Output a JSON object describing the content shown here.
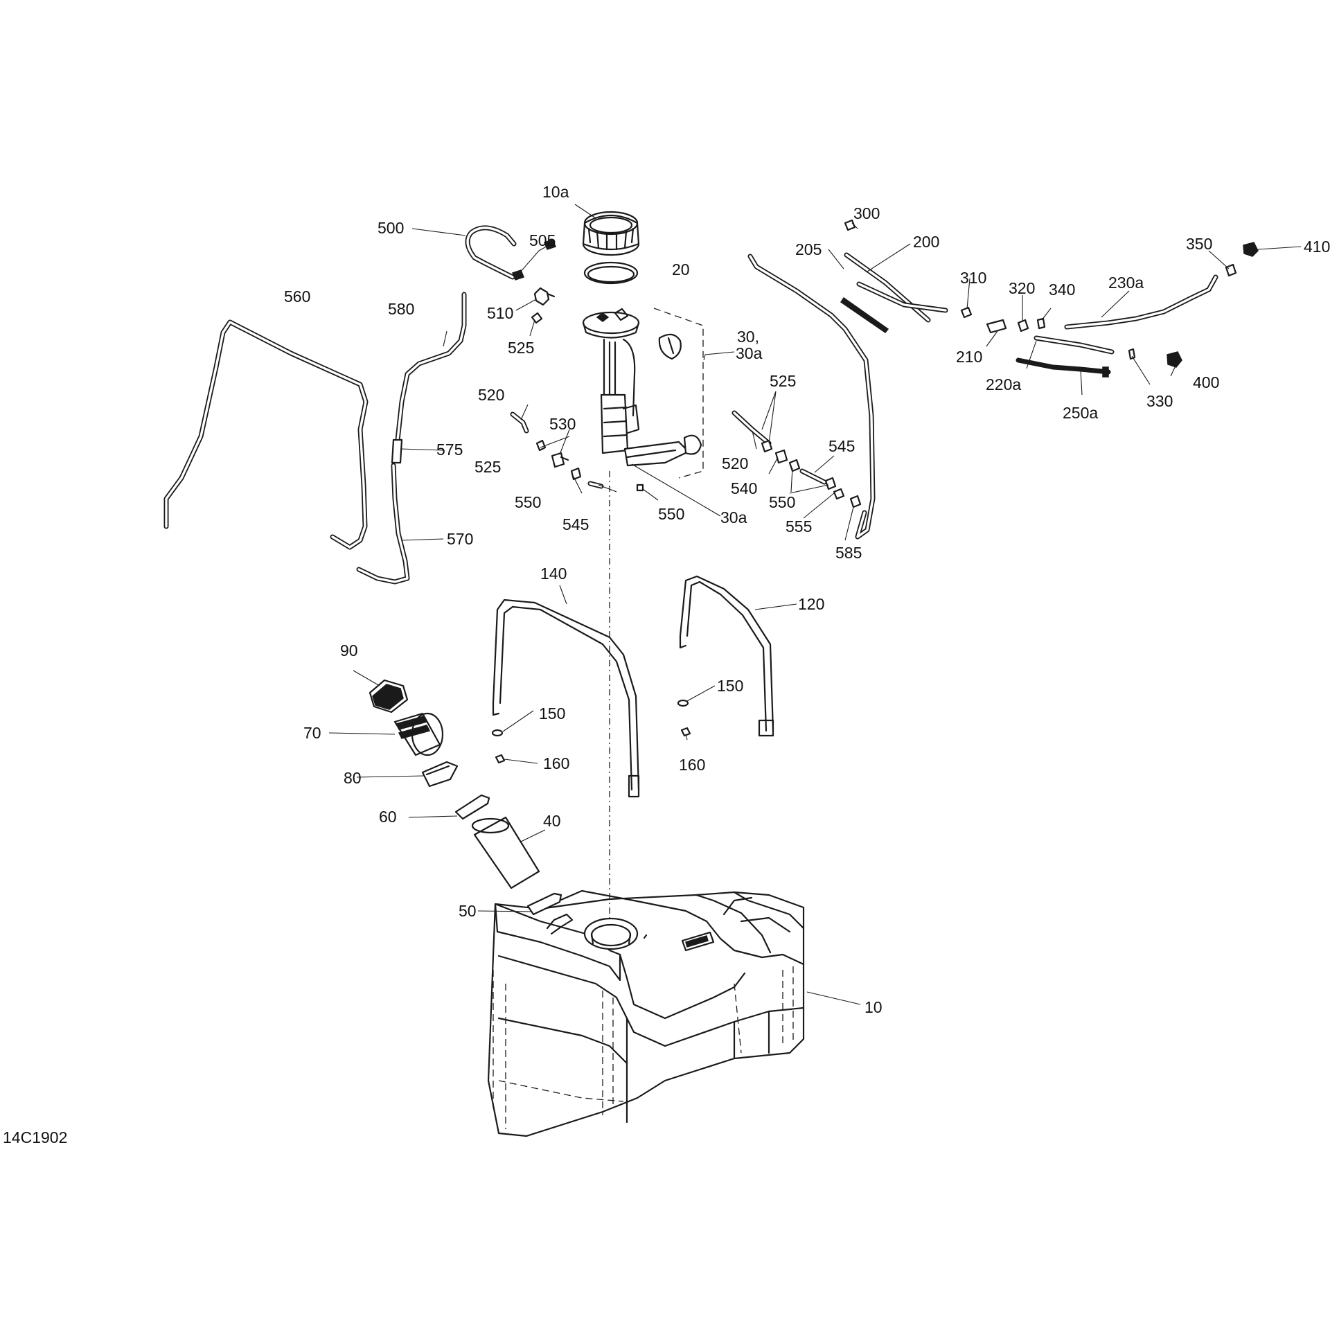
{
  "drawing_code": "14C1902",
  "callouts": [
    {
      "id": "10a",
      "text": "10a"
    },
    {
      "id": "500",
      "text": "500"
    },
    {
      "id": "505",
      "text": "505"
    },
    {
      "id": "20",
      "text": "20"
    },
    {
      "id": "300",
      "text": "300"
    },
    {
      "id": "200",
      "text": "200"
    },
    {
      "id": "205",
      "text": "205"
    },
    {
      "id": "350",
      "text": "350"
    },
    {
      "id": "410",
      "text": "410"
    },
    {
      "id": "560",
      "text": "560"
    },
    {
      "id": "580",
      "text": "580"
    },
    {
      "id": "510",
      "text": "510"
    },
    {
      "id": "525a",
      "text": "525"
    },
    {
      "id": "310",
      "text": "310"
    },
    {
      "id": "320",
      "text": "320"
    },
    {
      "id": "340",
      "text": "340"
    },
    {
      "id": "230a",
      "text": "230a"
    },
    {
      "id": "30",
      "text": "30,"
    },
    {
      "id": "30a_top",
      "text": "30a"
    },
    {
      "id": "210",
      "text": "210"
    },
    {
      "id": "220a",
      "text": "220a"
    },
    {
      "id": "330",
      "text": "330"
    },
    {
      "id": "400",
      "text": "400"
    },
    {
      "id": "250a",
      "text": "250a"
    },
    {
      "id": "525b",
      "text": "525"
    },
    {
      "id": "520a",
      "text": "520"
    },
    {
      "id": "530",
      "text": "530"
    },
    {
      "id": "545a",
      "text": "545"
    },
    {
      "id": "575",
      "text": "575"
    },
    {
      "id": "525c",
      "text": "525"
    },
    {
      "id": "520b",
      "text": "520"
    },
    {
      "id": "540",
      "text": "540"
    },
    {
      "id": "550a",
      "text": "550"
    },
    {
      "id": "550b",
      "text": "550"
    },
    {
      "id": "555",
      "text": "555"
    },
    {
      "id": "545b",
      "text": "545"
    },
    {
      "id": "550c",
      "text": "550"
    },
    {
      "id": "30a_bot",
      "text": "30a"
    },
    {
      "id": "570",
      "text": "570"
    },
    {
      "id": "585",
      "text": "585"
    },
    {
      "id": "140",
      "text": "140"
    },
    {
      "id": "120",
      "text": "120"
    },
    {
      "id": "90",
      "text": "90"
    },
    {
      "id": "150a",
      "text": "150"
    },
    {
      "id": "150b",
      "text": "150"
    },
    {
      "id": "70",
      "text": "70"
    },
    {
      "id": "80",
      "text": "80"
    },
    {
      "id": "160a",
      "text": "160"
    },
    {
      "id": "160b",
      "text": "160"
    },
    {
      "id": "60",
      "text": "60"
    },
    {
      "id": "40",
      "text": "40"
    },
    {
      "id": "50",
      "text": "50"
    },
    {
      "id": "10",
      "text": "10"
    }
  ]
}
